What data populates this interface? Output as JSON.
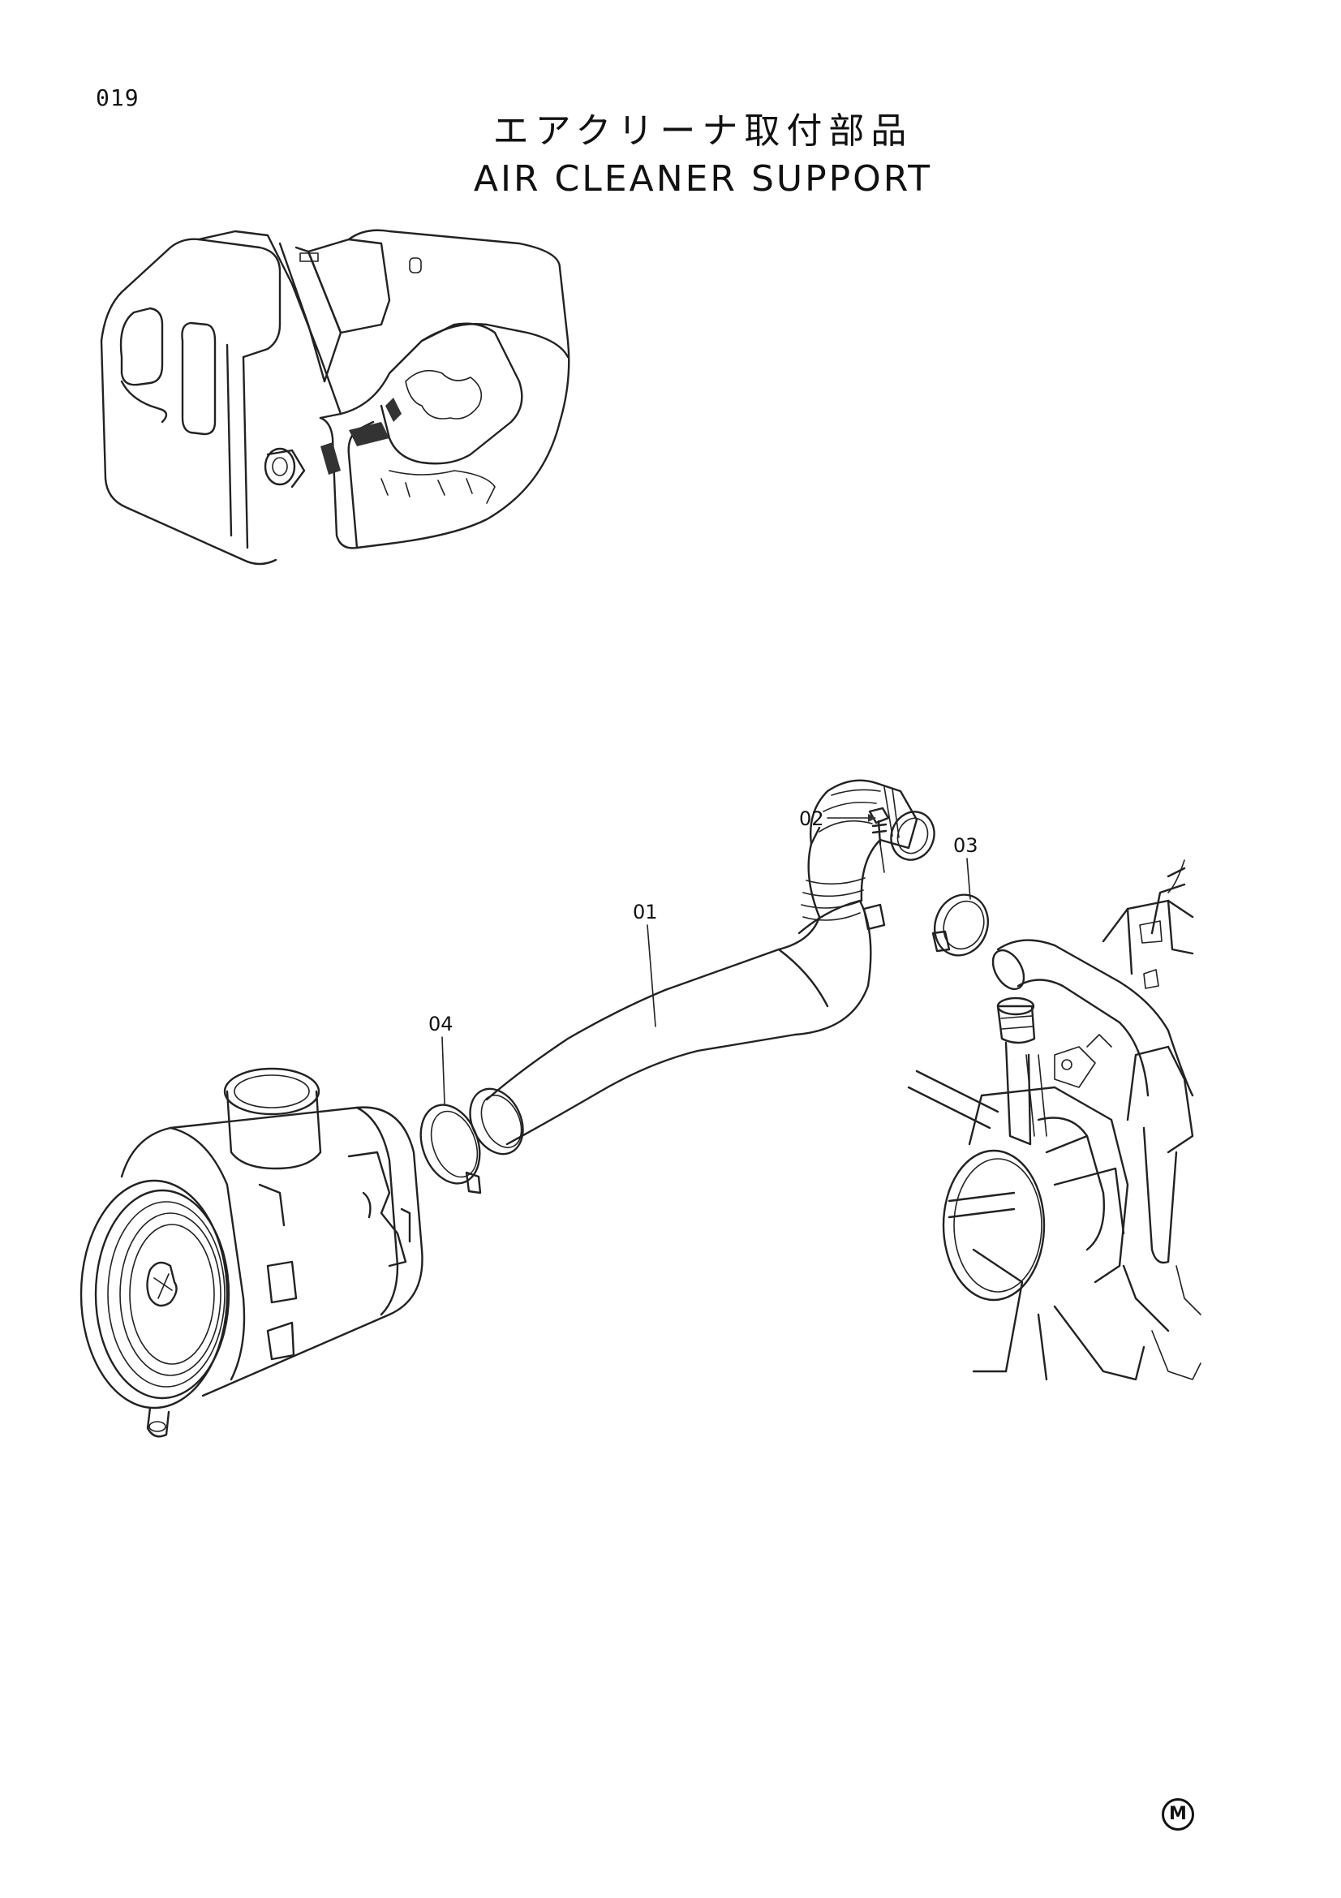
{
  "page_number": "019",
  "title": {
    "japanese": "エアクリーナ取付部品",
    "english": "AIR CLEANER SUPPORT"
  },
  "callouts": [
    "01",
    "02",
    "03",
    "04"
  ],
  "corner_mark": "M"
}
